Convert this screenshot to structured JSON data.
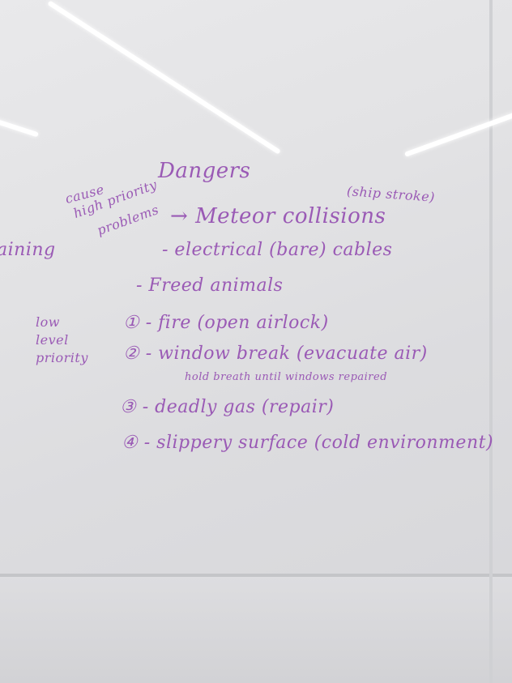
{
  "board": {
    "title": "Dangers",
    "cause_label": "cause",
    "high_priority_label": "high priority",
    "problems_label": "problems",
    "ship_stroke_note": "(ship stroke)",
    "items": [
      "Meteor collisions",
      "- electrical (bare) cables",
      "- Freed animals"
    ],
    "left_cut_text": "aining",
    "low_level_priority": [
      "low",
      "level",
      "priority"
    ],
    "numbered_items": [
      {
        "num": "①",
        "text": "- fire (open airlock)"
      },
      {
        "num": "②",
        "text": "- window break (evacuate air)"
      },
      {
        "num": "③",
        "text": "- deadly gas (repair)"
      },
      {
        "num": "④",
        "text": "- slippery surface (cold environment)"
      }
    ],
    "window_note": "hold breath until windows repaired"
  },
  "colors": {
    "ink": "#9a5ab5",
    "board": "#e4e4e6"
  }
}
